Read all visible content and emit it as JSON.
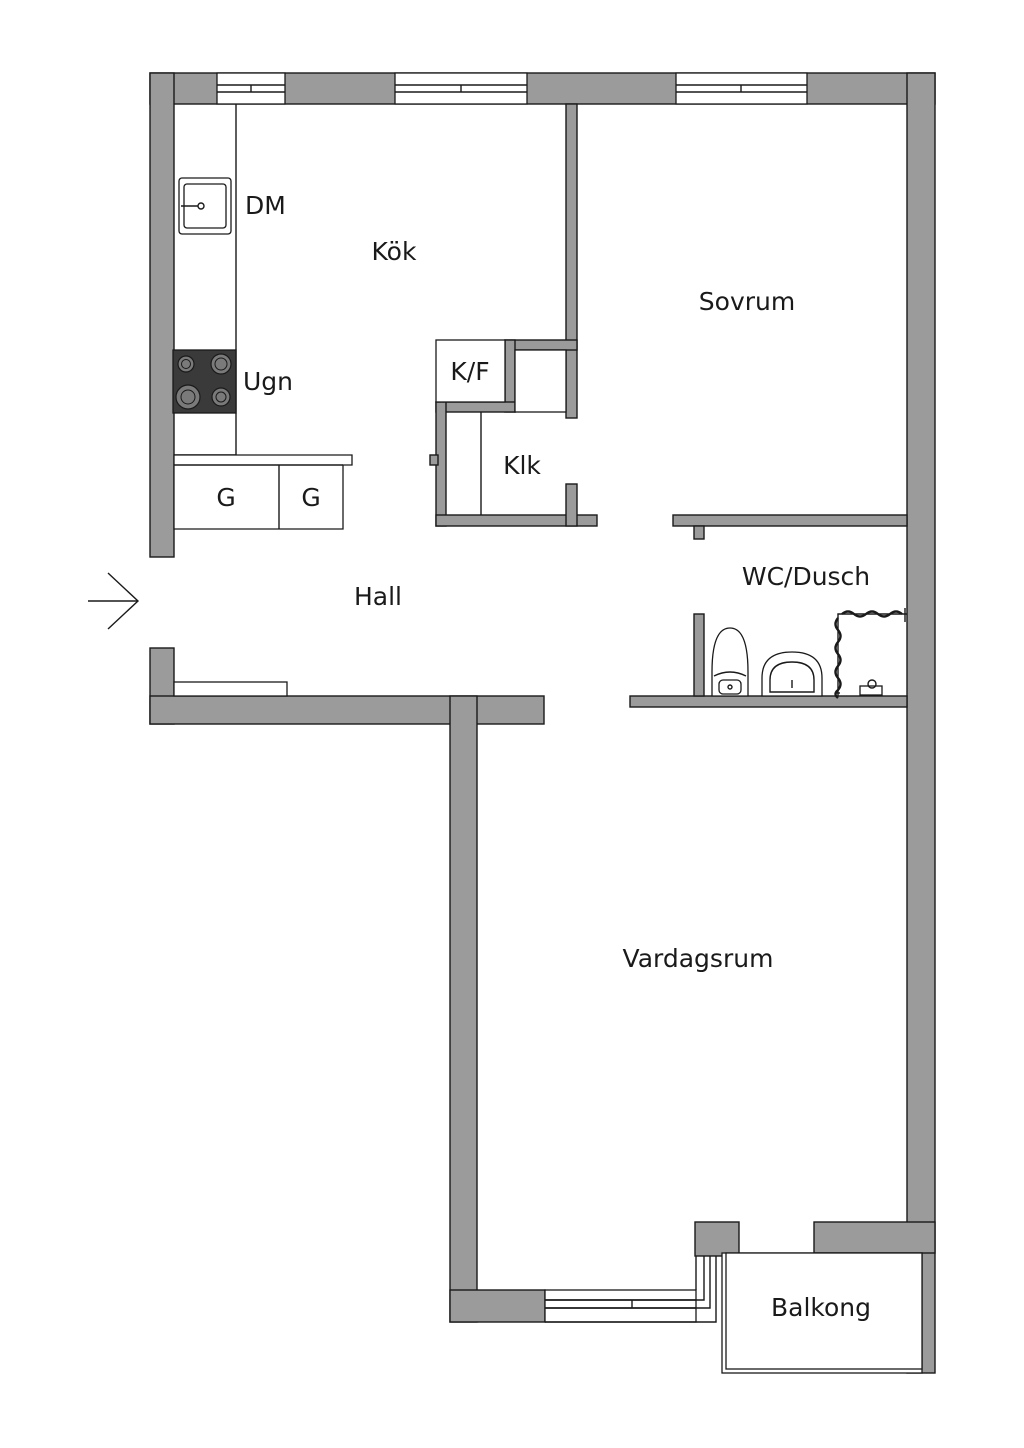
{
  "rooms": {
    "kok": "Kök",
    "sovrum": "Sovrum",
    "hall": "Hall",
    "wc": "WC/Dusch",
    "vardagsrum": "Vardagsrum",
    "balkong": "Balkong",
    "klk": "Klk"
  },
  "fixtures": {
    "dm": "DM",
    "ugn": "Ugn",
    "kf": "K/F",
    "g1": "G",
    "g2": "G"
  },
  "icons": {
    "entrance": "arrow-right-icon",
    "sink": "sink-icon",
    "stove": "stove-icon",
    "toilet": "toilet-icon",
    "washbasin": "washbasin-icon",
    "shower": "shower-curtain-icon"
  },
  "colors": {
    "wall": "#9b9b9b",
    "stove": "#3a3a3a",
    "line": "#1a1a1a"
  }
}
